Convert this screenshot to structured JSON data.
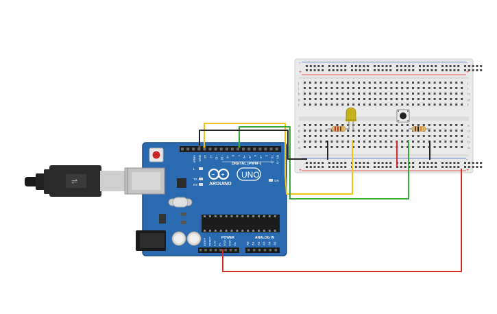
{
  "board": {
    "brand": "ARDUINO",
    "model": "UNO",
    "digital_label": "DIGITAL (PWM~)",
    "power_label": "POWER",
    "analog_label": "ANALOG IN",
    "on_label": "ON",
    "tx_label": "TX",
    "rx_label": "RX",
    "l_label": "L",
    "aref_label": "AREF",
    "gnd_label": "GND",
    "digital_pins": [
      "13",
      "12",
      "~11",
      "~10",
      "~9",
      "8",
      "7",
      "~6",
      "~5",
      "4",
      "~3",
      "2",
      "TX→1",
      "RX←0"
    ],
    "power_pins": [
      "IOREF",
      "RESET",
      "3.3V",
      "5V",
      "GND",
      "GND",
      "Vin"
    ],
    "analog_pins": [
      "A0",
      "A1",
      "A2",
      "A3",
      "A4",
      "A5"
    ]
  },
  "breadboard": {
    "row_letters_top": [
      "j",
      "i",
      "h",
      "g",
      "f"
    ],
    "row_letters_bottom": [
      "e",
      "d",
      "c",
      "b",
      "a"
    ],
    "rail_plus": "+",
    "rail_minus": "-"
  },
  "colors": {
    "board": "#2a6ab0",
    "board_edge": "#1d4f87",
    "wire_yellow": "#f2c418",
    "wire_green": "#3aa63a",
    "wire_red": "#d42a2a",
    "wire_black": "#222222",
    "breadboard": "#e9e9e9",
    "rail_red": "#d42a2a",
    "rail_blue": "#3a5fb5"
  }
}
